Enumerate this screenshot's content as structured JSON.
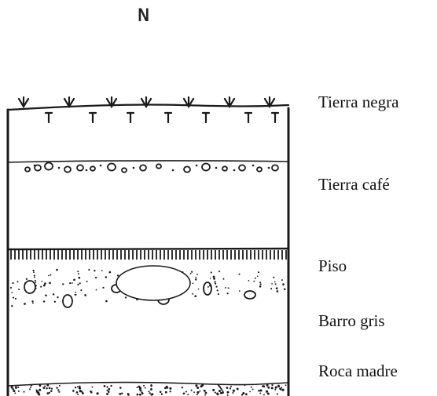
{
  "diagram": {
    "north_label": "N",
    "layers": [
      {
        "id": "tierra-negra",
        "label": "Tierra negra"
      },
      {
        "id": "tierra-cafe",
        "label": "Tierra café"
      },
      {
        "id": "piso",
        "label": "Piso"
      },
      {
        "id": "barro-gris",
        "label": "Barro gris"
      },
      {
        "id": "roca-madre",
        "label": "Roca madre"
      }
    ],
    "colors": {
      "ink": "#1a1a1a",
      "background": "#ffffff"
    }
  }
}
